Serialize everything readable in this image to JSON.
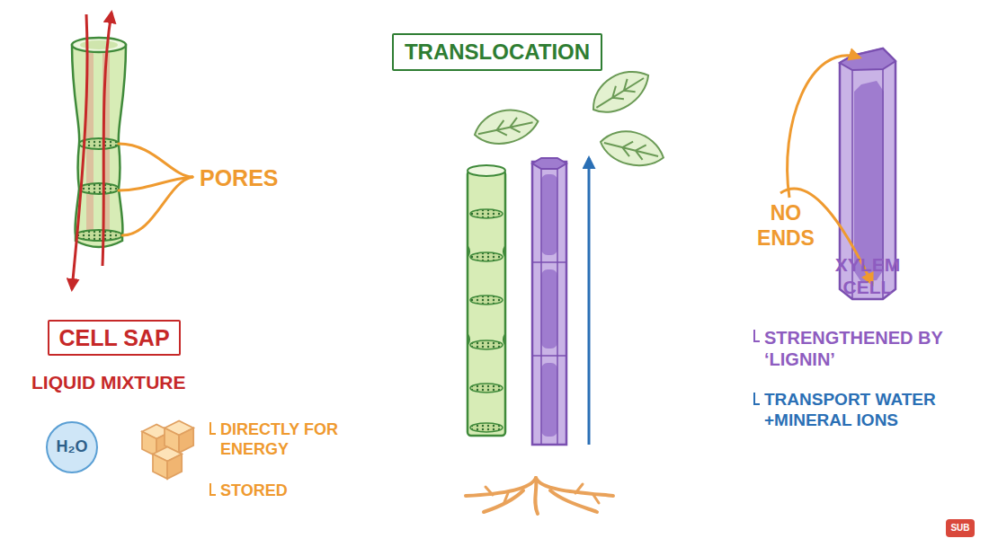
{
  "diagram": {
    "nodes": [
      {
        "text": [
          "TRANSLOCATION"
        ]
      },
      {
        "text": [
          "CELL SAP"
        ]
      },
      {
        "text": [
          "H₂O"
        ]
      },
      {
        "text": [
          "SUB"
        ]
      }
    ],
    "labels": [
      "PORES",
      "LIQUID MIXTURE",
      "DIRECTLY FOR ENERGY",
      "STORED",
      "NO ENDS",
      "XYLEM CELL",
      "STRENGTHENED BY ‘LIGNIN’",
      "TRANSPORT WATER +MINERAL IONS"
    ]
  }
}
